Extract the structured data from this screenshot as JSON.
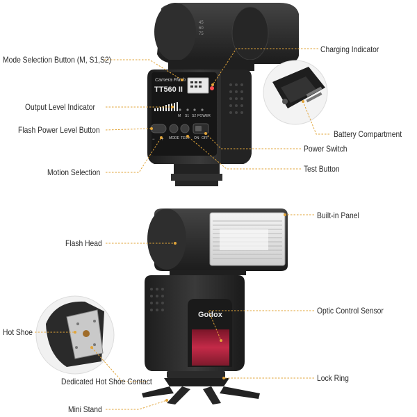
{
  "callouts": {
    "mode_selection": "Mode Selection Button (M, S1,S2)",
    "output_level": "Output Level Indicator",
    "flash_power": "Flash Power Level Button",
    "motion_selection": "Motion Selection",
    "charging_indicator": "Charging Indicator",
    "battery_compartment": "Battery Compartment",
    "power_switch": "Power Switch",
    "test_button": "Test Button",
    "built_in_panel": "Built-in Panel",
    "flash_head": "Flash Head",
    "optic_sensor": "Optic Control Sensor",
    "hot_shoe": "Hot Shoe",
    "lock_ring": "Lock Ring",
    "dedicated_contact": "Dedicated Hot Shoe Contact",
    "mini_stand": "Mini Stand"
  },
  "device": {
    "model_caption": "Camera Flash",
    "model_name": "TT560 II",
    "brand": "Godox",
    "angle_marks": [
      "45",
      "60",
      "75"
    ],
    "mode_labels": [
      "M",
      "S1",
      "S2",
      "POWER"
    ],
    "button_labels": [
      "−",
      "+",
      "MODE",
      "TEST",
      "ON",
      "OFF"
    ]
  },
  "colors": {
    "leader": "#e2a53a",
    "body": "#2b2b2b",
    "sensor_red": "#b0203a"
  }
}
